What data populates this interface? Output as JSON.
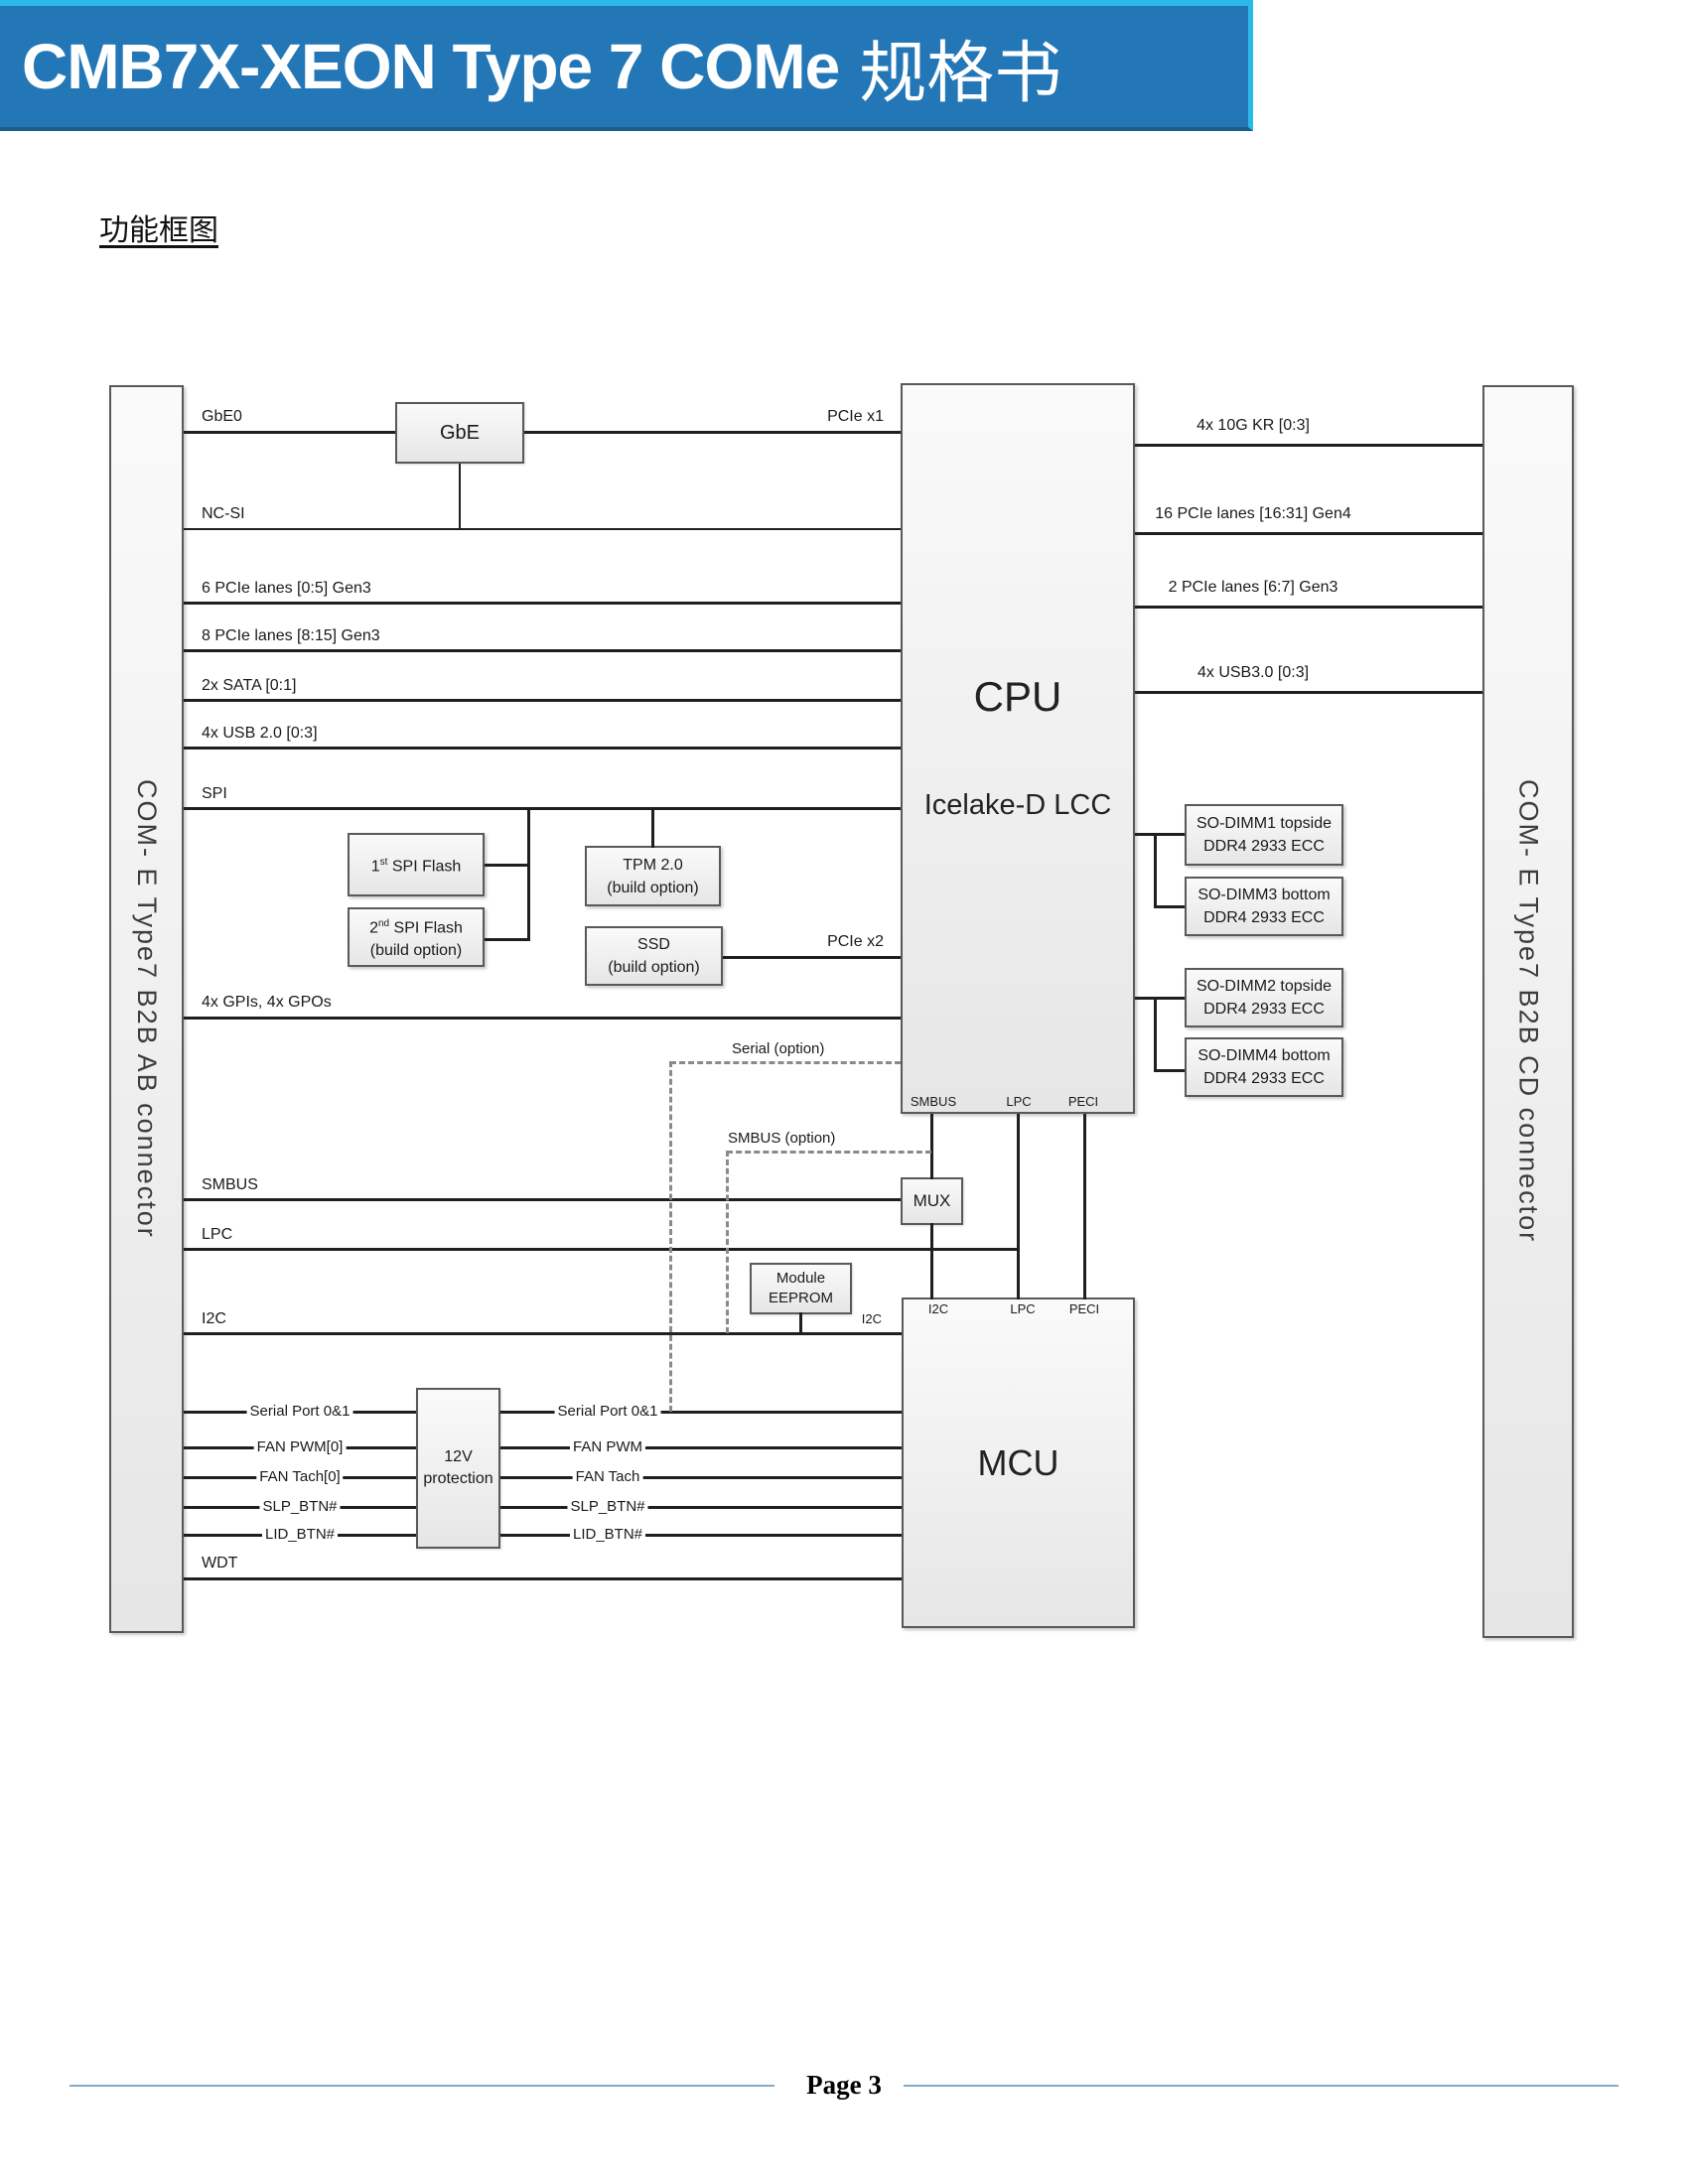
{
  "header": {
    "title_en": "CMB7X-XEON Type 7 COMe",
    "title_cn": "规格书"
  },
  "section_title": "功能框图",
  "connectors": {
    "left": "COM- E Type7 B2B AB connector",
    "right": "COM- E Type7 B2B CD connector"
  },
  "cpu": {
    "line1": "CPU",
    "line2": "Icelake-D LCC",
    "pin_smbus": "SMBUS",
    "pin_lpc": "LPC",
    "pin_peci": "PECI"
  },
  "mcu": {
    "label": "MCU",
    "pin_i2c": "I2C",
    "pin_lpc": "LPC",
    "pin_peci": "PECI",
    "pin_i2c_left": "I2C"
  },
  "blocks": {
    "gbe": "GbE",
    "mux": "MUX",
    "spi1_num": "1",
    "spi1_sup": "st",
    "spi1_rest": " SPI Flash",
    "spi2_num": "2",
    "spi2_sup": "nd",
    "spi2_rest": " SPI Flash",
    "spi2_note": "(build option)",
    "tpm_l1": "TPM 2.0",
    "tpm_l2": "(build option)",
    "ssd_l1": "SSD",
    "ssd_l2": "(build option)",
    "eeprom_l1": "Module",
    "eeprom_l2": "EEPROM",
    "prot_l1": "12V",
    "prot_l2": "protection",
    "dimm1_l1": "SO-DIMM1 topside",
    "dimm1_l2": "DDR4 2933 ECC",
    "dimm3_l1": "SO-DIMM3 bottom",
    "dimm3_l2": "DDR4 2933 ECC",
    "dimm2_l1": "SO-DIMM2 topside",
    "dimm2_l2": "DDR4 2933 ECC",
    "dimm4_l1": "SO-DIMM4 bottom",
    "dimm4_l2": "DDR4 2933 ECC"
  },
  "left_bus": {
    "gbe0": "GbE0",
    "ncsi": "NC-SI",
    "pcie6": "6 PCIe lanes [0:5] Gen3",
    "pcie8": "8 PCIe lanes [8:15] Gen3",
    "sata": "2x SATA [0:1]",
    "usb2": "4x USB 2.0 [0:3]",
    "spi": "SPI",
    "gpio": "4x GPIs, 4x GPOs",
    "smbus": "SMBUS",
    "lpc": "LPC",
    "i2c": "I2C",
    "wdt": "WDT"
  },
  "right_bus": {
    "kr": "4x 10G KR [0:3]",
    "pcie16": "16 PCIe lanes [16:31] Gen4",
    "pcie2": "2 PCIe lanes [6:7] Gen3",
    "usb3": "4x USB3.0 [0:3]"
  },
  "links": {
    "pcie_x1": "PCIe x1",
    "pcie_x2": "PCIe x2",
    "serial_opt": "Serial (option)",
    "smbus_opt": "SMBUS (option)"
  },
  "mcu_left_signals": {
    "serial": "Serial Port 0&1",
    "fan_pwm": "FAN PWM[0]",
    "fan_tach": "FAN Tach[0]",
    "slp": "SLP_BTN#",
    "lid": "LID_BTN#"
  },
  "mcu_right_signals": {
    "serial": "Serial Port 0&1",
    "fan_pwm": "FAN PWM",
    "fan_tach": "FAN Tach",
    "slp": "SLP_BTN#",
    "lid": "LID_BTN#"
  },
  "footer": {
    "page": "Page 3"
  },
  "colors": {
    "banner_bg": "#2377b7",
    "banner_border": "#2ab9e9",
    "footer_line": "#85a9c5"
  }
}
